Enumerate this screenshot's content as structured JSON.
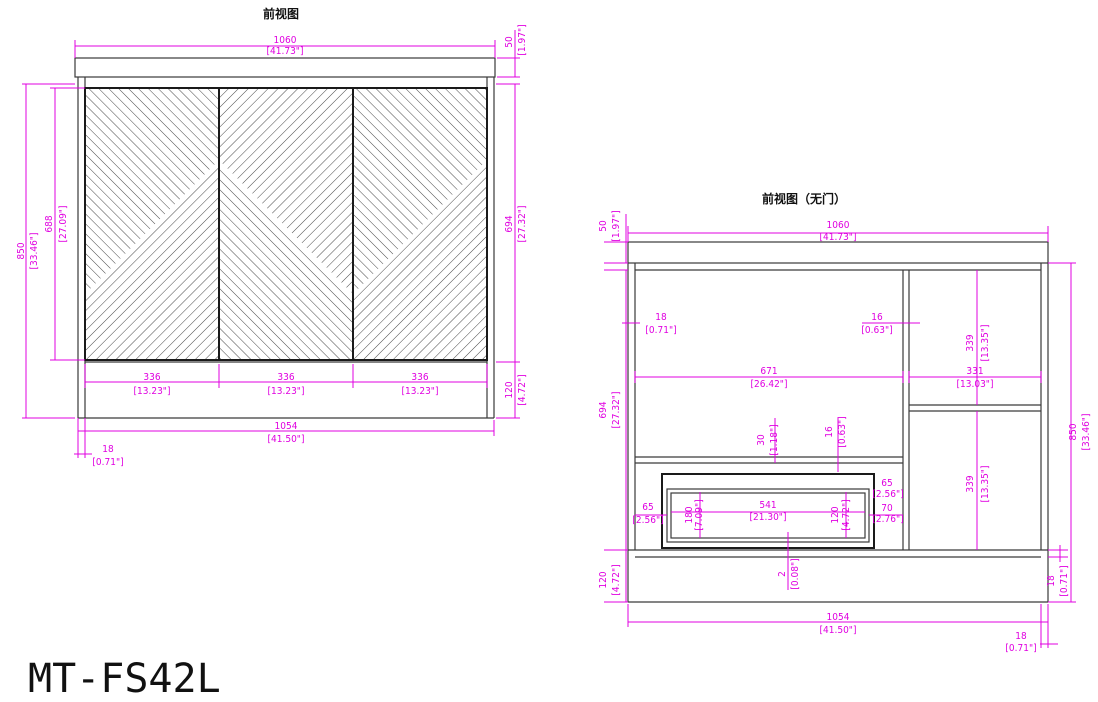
{
  "titles": {
    "front_view": "前视图",
    "front_view_no_door": "前视图（无门）"
  },
  "model": "MT-FS42L",
  "dims": {
    "top_width": "1060",
    "top_width_in": "[41.73\"]",
    "top_thick": "50",
    "top_thick_in": "[1.97\"]",
    "height_total": "850",
    "height_total_in": "[33.46\"]",
    "door_height": "688",
    "door_height_in": "[27.09\"]",
    "body_height": "694",
    "body_height_in": "[27.32\"]",
    "plinth": "120",
    "plinth_in": "[4.72\"]",
    "door_width": "336",
    "door_width_in": "[13.23\"]",
    "body_width": "1054",
    "body_width_in": "[41.50\"]",
    "side_panel": "18",
    "side_panel_in": "[0.71\"]",
    "divider": "16",
    "divider_in": "[0.63\"]",
    "left_bay": "671",
    "left_bay_in": "[26.42\"]",
    "right_bay": "331",
    "right_bay_in": "[13.03\"]",
    "upper_shelf": "339",
    "upper_shelf_in": "[13.35\"]",
    "lower_shelf": "339",
    "lower_shelf_in": "[13.35\"]",
    "frame_30": "30",
    "frame_30_in": "[1.18\"]",
    "frame_16": "16",
    "frame_16_in": "[0.63\"]",
    "drawer_gap_top": "65",
    "drawer_gap_top_in": "[2.56\"]",
    "drawer_gap_left": "65",
    "drawer_gap_left_in": "[2.56\"]",
    "drawer_height": "180",
    "drawer_height_in": "[7.09\"]",
    "drawer_width": "541",
    "drawer_width_in": "[21.30\"]",
    "drawer_inner": "120",
    "drawer_inner_in": "[4.72\"]",
    "drawer_gap_right": "70",
    "drawer_gap_right_in": "[2.76\"]",
    "gap_2": "2",
    "gap_2_in": "[0.08\"]"
  }
}
